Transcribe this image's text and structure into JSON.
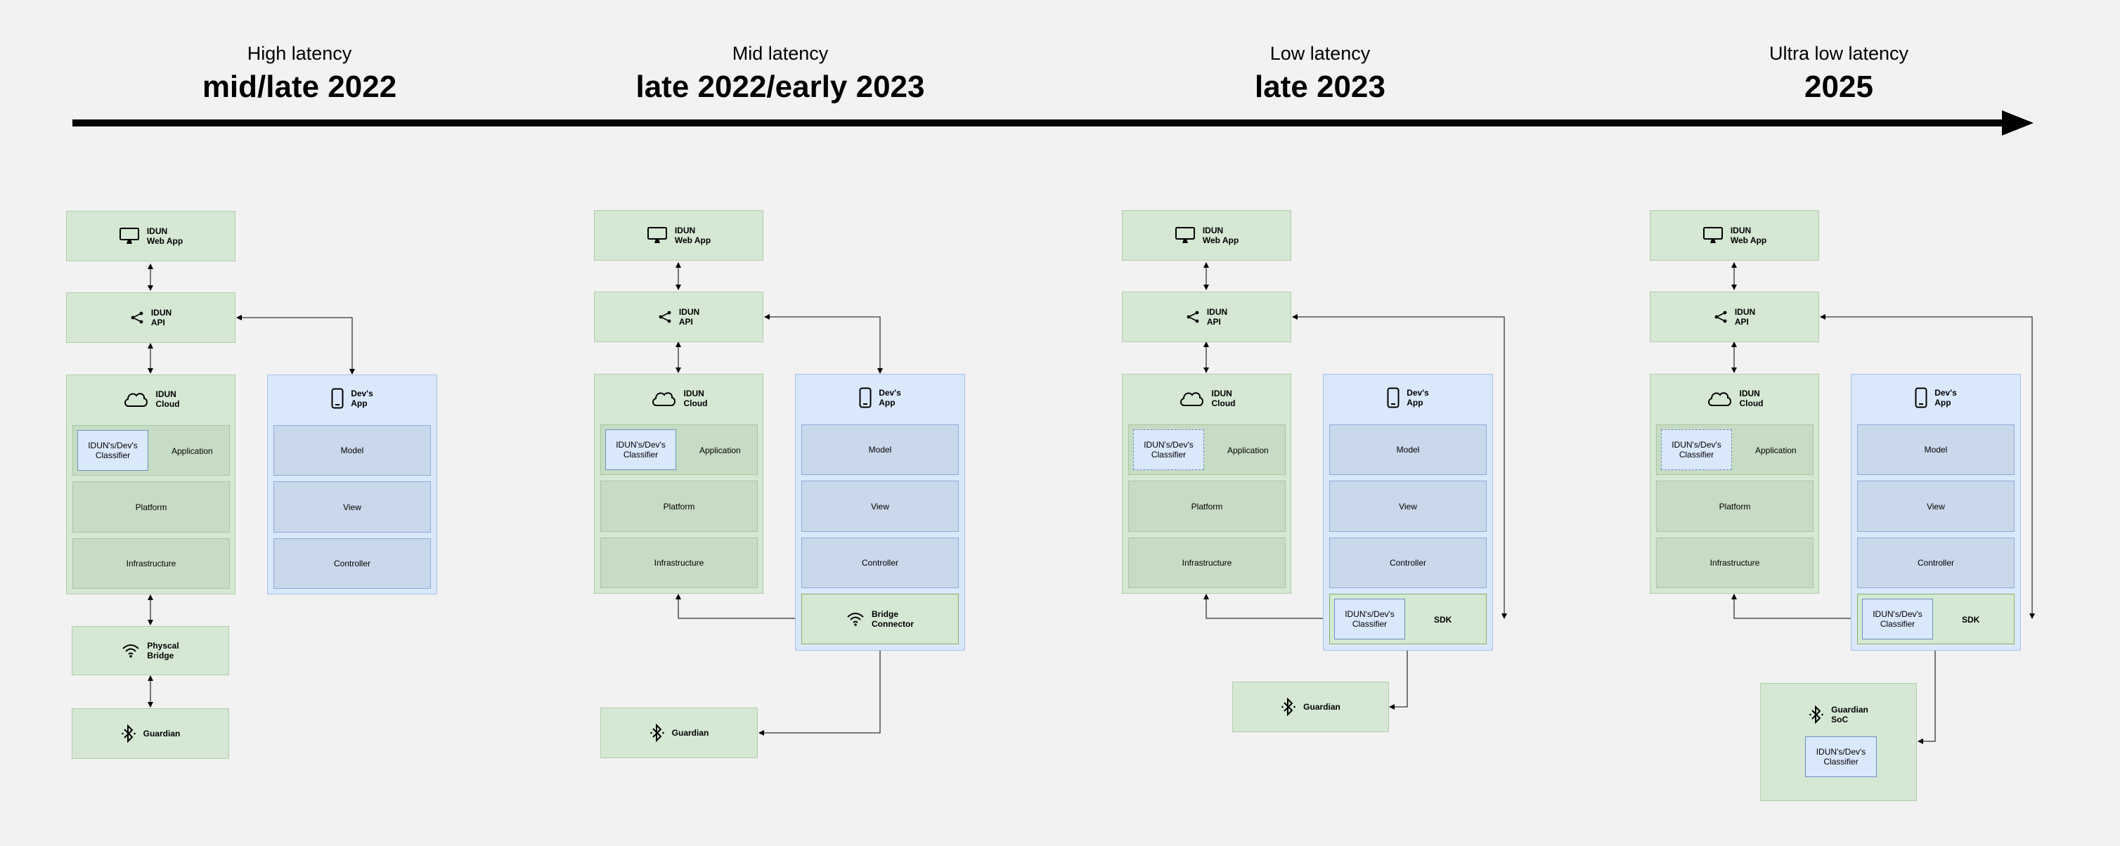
{
  "phases": [
    {
      "latency": "High latency",
      "period": "mid/late 2022"
    },
    {
      "latency": "Mid latency",
      "period": "late 2022/early 2023"
    },
    {
      "latency": "Low latency",
      "period": "late 2023"
    },
    {
      "latency": "Ultra low latency",
      "period": "2025"
    }
  ],
  "labels": {
    "web_app_1": "IDUN",
    "web_app_2": "Web App",
    "api_1": "IDUN",
    "api_2": "API",
    "cloud_1": "IDUN",
    "cloud_2": "Cloud",
    "classifier_1": "IDUN's/Dev's",
    "classifier_2": "Classifier",
    "application": "Application",
    "platform": "Platform",
    "infrastructure": "Infrastructure",
    "devapp_1": "Dev's",
    "devapp_2": "App",
    "model": "Model",
    "view": "View",
    "controller": "Controller",
    "physical_bridge_1": "Physcal",
    "physical_bridge_2": "Bridge",
    "bridge_connector_1": "Bridge",
    "bridge_connector_2": "Connector",
    "guardian": "Guardian",
    "guardian_soc_1": "Guardian",
    "guardian_soc_2": "SoC",
    "sdk": "SDK"
  },
  "colors": {
    "green_fill": "#d5e8d4",
    "blue_fill": "#dae8fc",
    "background": "#f2f2f2",
    "arrow": "#000000"
  }
}
